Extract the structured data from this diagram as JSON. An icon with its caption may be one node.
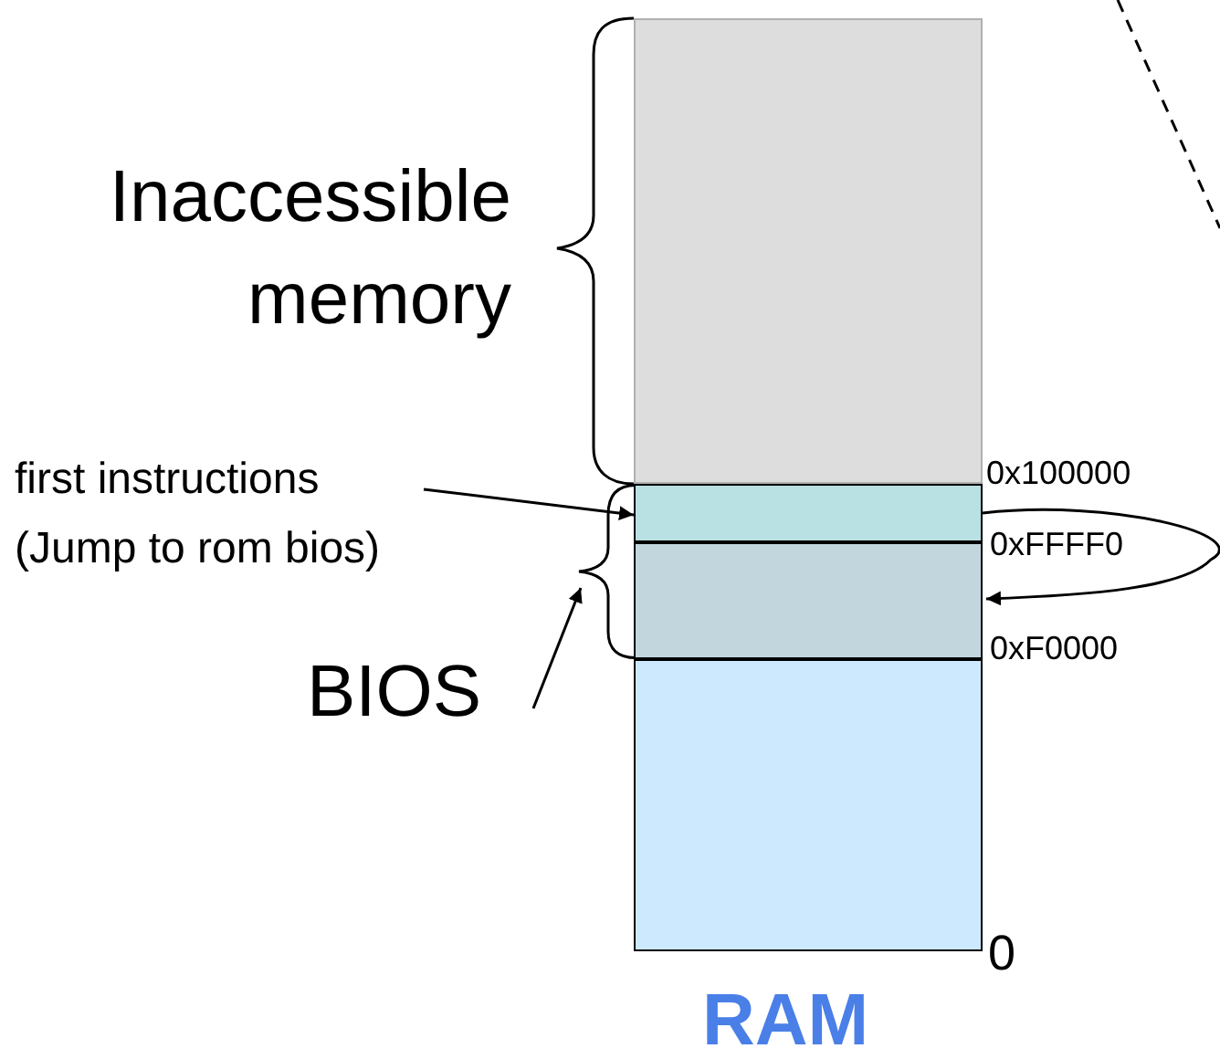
{
  "diagram": {
    "nodes": [
      {
        "text": [],
        "shape": "box"
      },
      {
        "text": [],
        "shape": "box"
      },
      {
        "text": [],
        "shape": "box"
      },
      {
        "text": [],
        "shape": "box"
      },
      {
        "text": [
          "first instructions (Jump to rom bios)"
        ]
      },
      {
        "text": [
          "BIOS"
        ]
      },
      {
        "text": [],
        "shape": "brace"
      }
    ],
    "edges": [
      {
        "from": 4,
        "to": 1,
        "arrow": "to"
      },
      {
        "from": 1,
        "to": 2,
        "arrow": "to"
      },
      {
        "from": 5,
        "to": 6,
        "arrow": "to"
      }
    ],
    "labels": [
      "Inaccessible memory",
      "0x100000",
      "0xFFFF0",
      "0xF0000",
      "0",
      "RAM"
    ]
  }
}
